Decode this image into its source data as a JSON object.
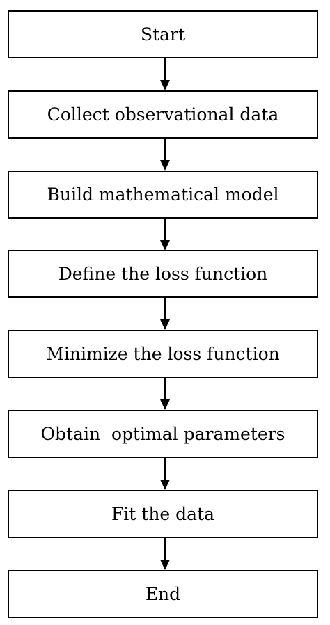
{
  "flowchart": {
    "steps": [
      "Start",
      "Collect observational data",
      "Build mathematical model",
      "Define the loss function",
      "Minimize the loss function",
      "Obtain  optimal parameters",
      "Fit the data",
      "End"
    ],
    "colors": {
      "border": "#000000",
      "text": "#000000",
      "background": "#ffffff"
    },
    "connector_icon": "down-arrow-icon"
  }
}
